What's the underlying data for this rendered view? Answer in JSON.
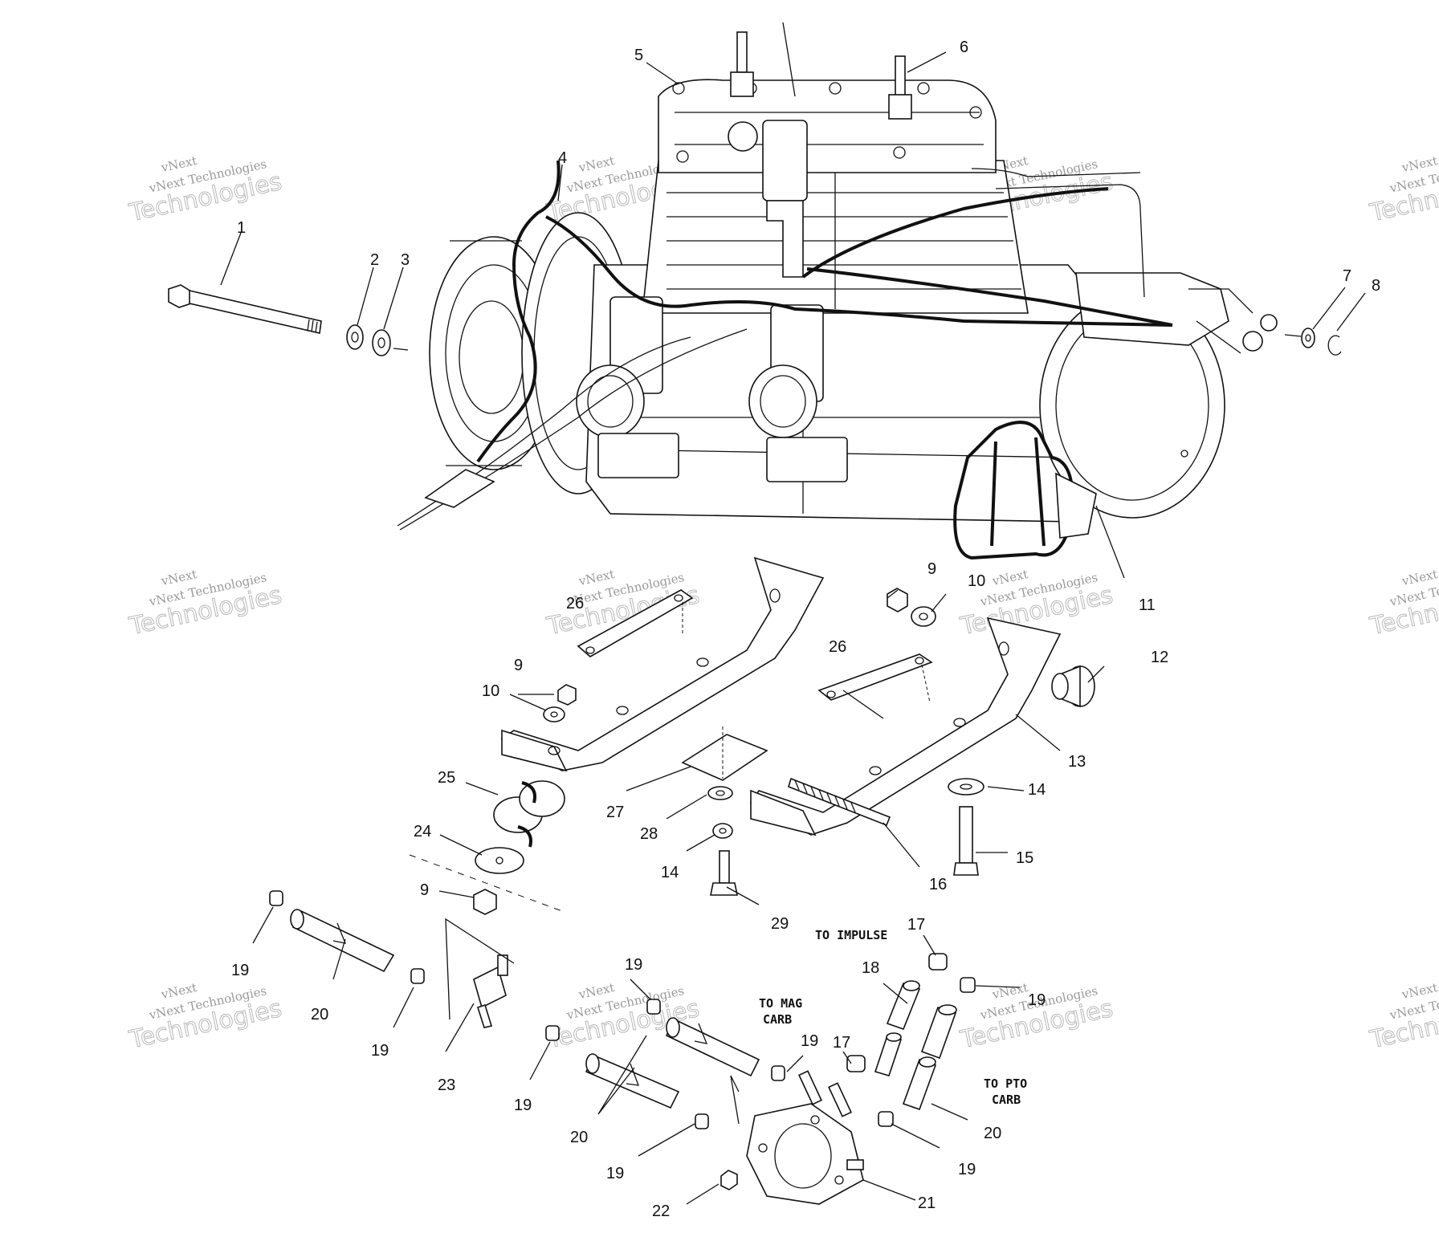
{
  "watermark": {
    "line1": "vNext",
    "line2": "vNext Technologies",
    "line3": "Technologies"
  },
  "notes": {
    "to_impulse": "TO IMPULSE",
    "to_mag_1": "TO MAG",
    "to_mag_2": "CARB",
    "to_pto_1": "TO PTO",
    "to_pto_2": "CARB"
  },
  "callouts": [
    "1",
    "2",
    "3",
    "4",
    "5",
    "6",
    "7",
    "8",
    "9",
    "10",
    "11",
    "12",
    "13",
    "14",
    "15",
    "16",
    "17",
    "18",
    "19",
    "20",
    "21",
    "22",
    "23",
    "24",
    "25",
    "26",
    "27",
    "28",
    "29"
  ],
  "labels": {
    "l1": "1",
    "l2": "2",
    "l3": "3",
    "l4": "4",
    "l5": "5",
    "l6": "6",
    "l7": "7",
    "l8": "8",
    "l9a": "9",
    "l10a": "10",
    "l11": "11",
    "l12": "12",
    "l13": "13",
    "l14a": "14",
    "l9b": "9",
    "l10b": "10",
    "l26a": "26",
    "l26b": "26",
    "l25": "25",
    "l27": "27",
    "l28": "28",
    "l14b": "14",
    "l15": "15",
    "l16": "16",
    "l24": "24",
    "l9c": "9",
    "l29": "29",
    "l17a": "17",
    "l18": "18",
    "l19a": "19",
    "l20a": "20",
    "l19b": "19",
    "l23": "23",
    "l19c": "19",
    "l19d": "19",
    "l19e": "19",
    "l17b": "17",
    "l20b": "20",
    "l20c": "20",
    "l19f": "19",
    "l19g": "19",
    "l19h": "19",
    "l22": "22",
    "l21": "21"
  }
}
